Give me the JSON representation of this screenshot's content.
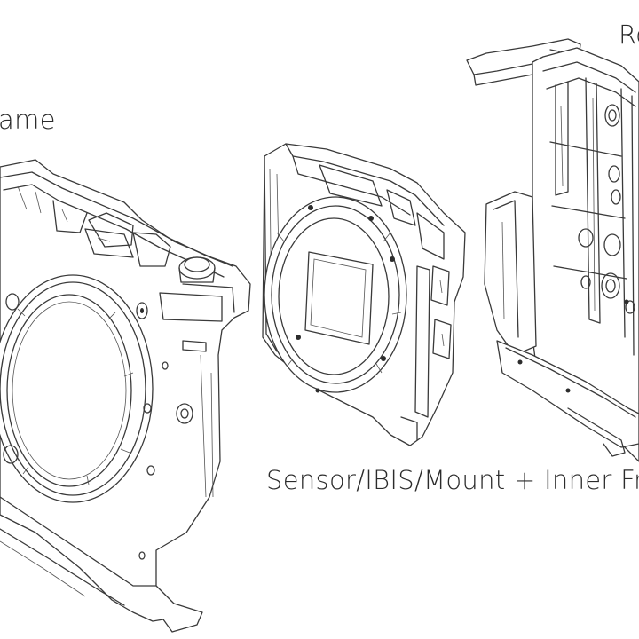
{
  "labels": {
    "front_frame": "ame",
    "rear_frame": "Re",
    "inner_assembly": "Sensor/IBIS/Mount + Inner Frame"
  }
}
